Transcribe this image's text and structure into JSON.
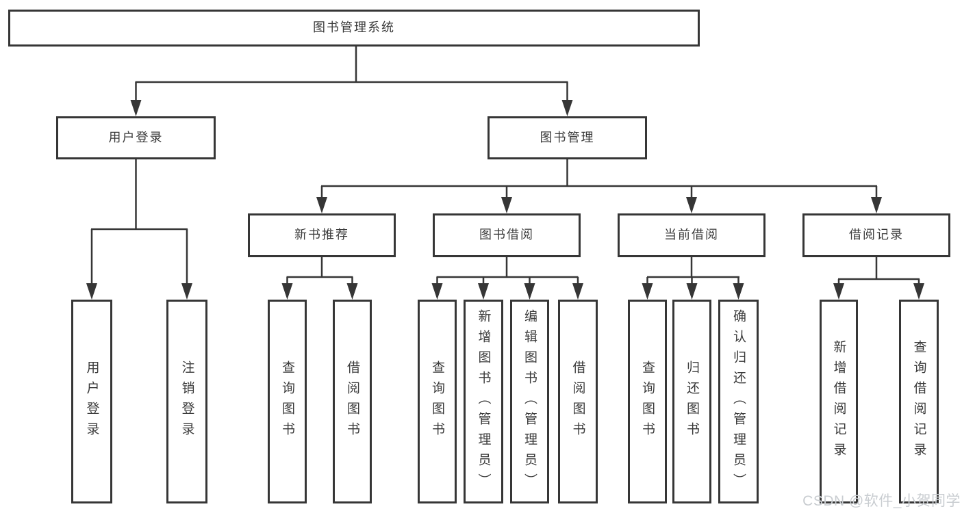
{
  "diagram": {
    "type": "org-tree",
    "title": "图书管理系统",
    "watermark": "CSDN @软件_小贺同学",
    "colors": {
      "line": "#363636",
      "border": "#363636",
      "text": "#3a3a3a",
      "background": "#ffffff",
      "watermark": "#c9cdd1"
    },
    "root": {
      "label": "图书管理系统"
    },
    "branches": [
      {
        "label": "用户登录",
        "children": [
          {
            "label": "用户登录"
          },
          {
            "label": "注销登录"
          }
        ]
      },
      {
        "label": "图书管理",
        "children": [
          {
            "label": "新书推荐",
            "children": [
              {
                "label": "查询图书"
              },
              {
                "label": "借阅图书"
              }
            ]
          },
          {
            "label": "图书借阅",
            "children": [
              {
                "label": "查询图书"
              },
              {
                "label": "新增图书（管理员）"
              },
              {
                "label": "编辑图书（管理员）"
              },
              {
                "label": "借阅图书"
              }
            ]
          },
          {
            "label": "当前借阅",
            "children": [
              {
                "label": "查询图书"
              },
              {
                "label": "归还图书"
              },
              {
                "label": "确认归还（管理员）"
              }
            ]
          },
          {
            "label": "借阅记录",
            "children": [
              {
                "label": "新增借阅记录"
              },
              {
                "label": "查询借阅记录"
              }
            ]
          }
        ]
      }
    ]
  }
}
